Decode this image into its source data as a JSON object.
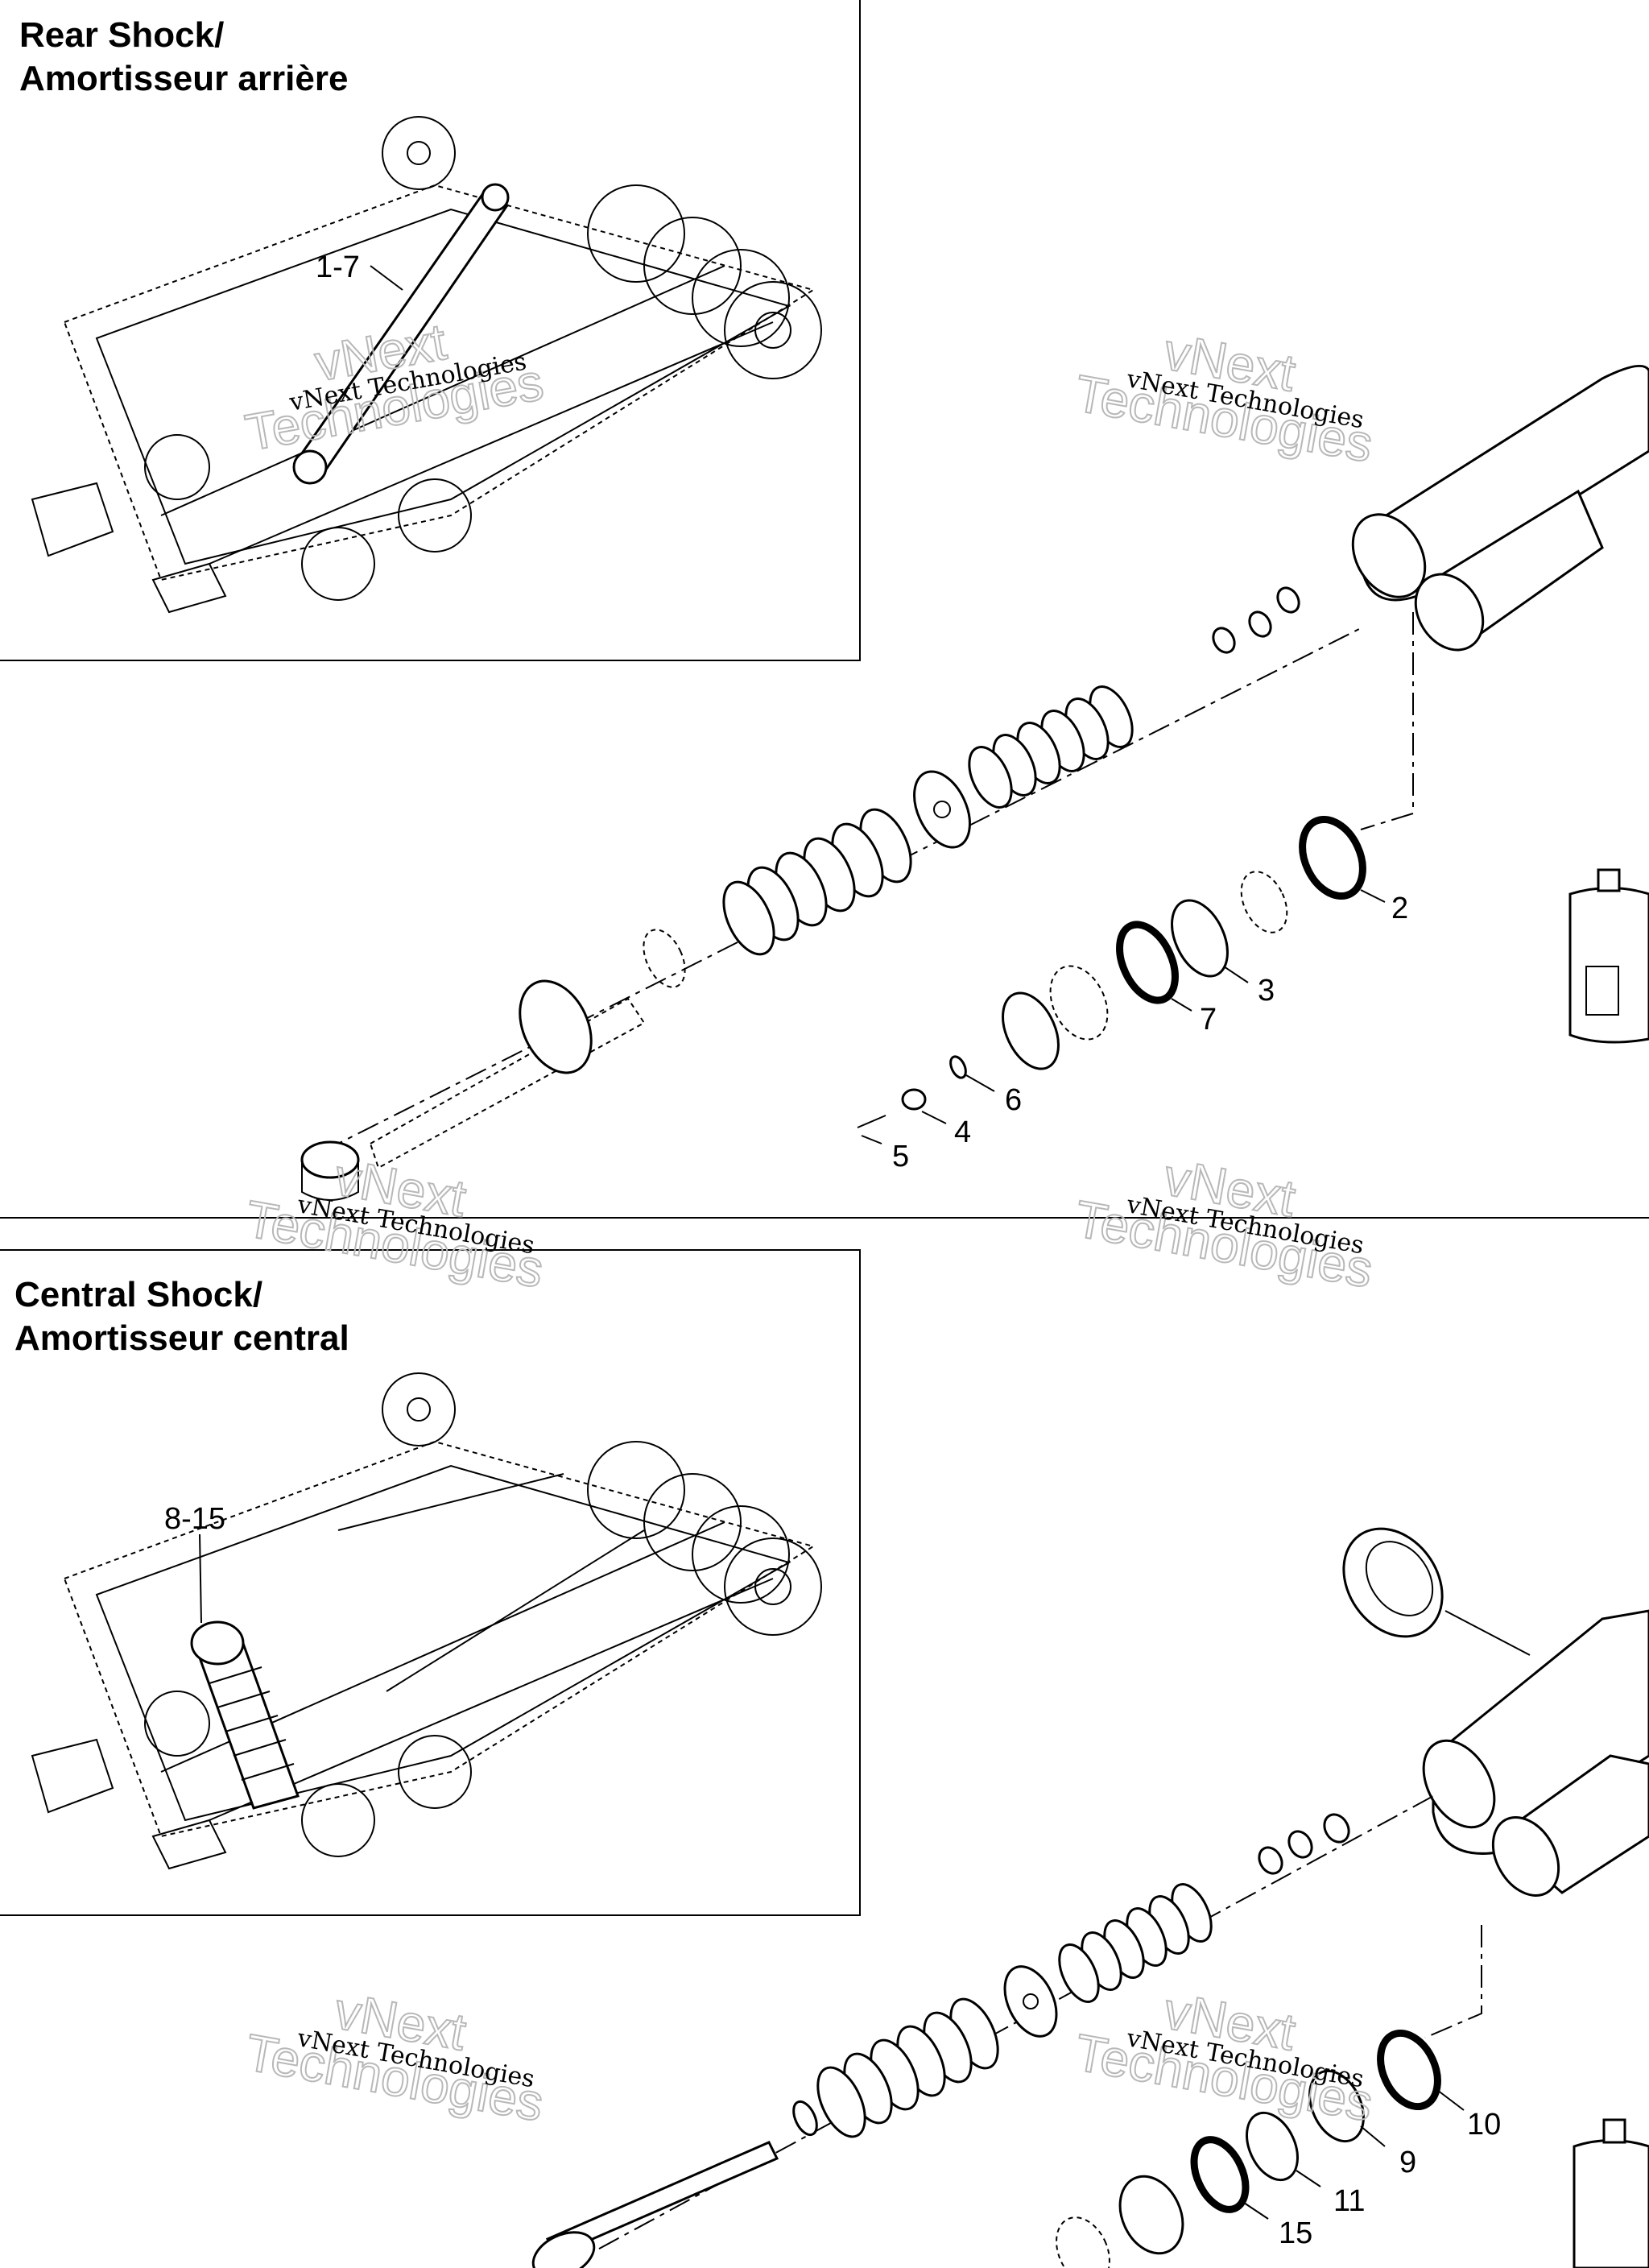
{
  "sections": [
    {
      "title_line1": "Rear Shock/",
      "title_line2": "Amortisseur arrière",
      "overview_callout": "1-7",
      "callouts": [
        "2",
        "3",
        "7",
        "6",
        "4",
        "5"
      ]
    },
    {
      "title_line1": "Central Shock/",
      "title_line2": "Amortisseur central",
      "overview_callout": "8-15",
      "callouts": [
        "10",
        "9",
        "11",
        "15"
      ]
    }
  ],
  "watermark": {
    "line_small": "vNext Technologies",
    "line_big1": "vNext",
    "line_big2": "Technologies"
  }
}
